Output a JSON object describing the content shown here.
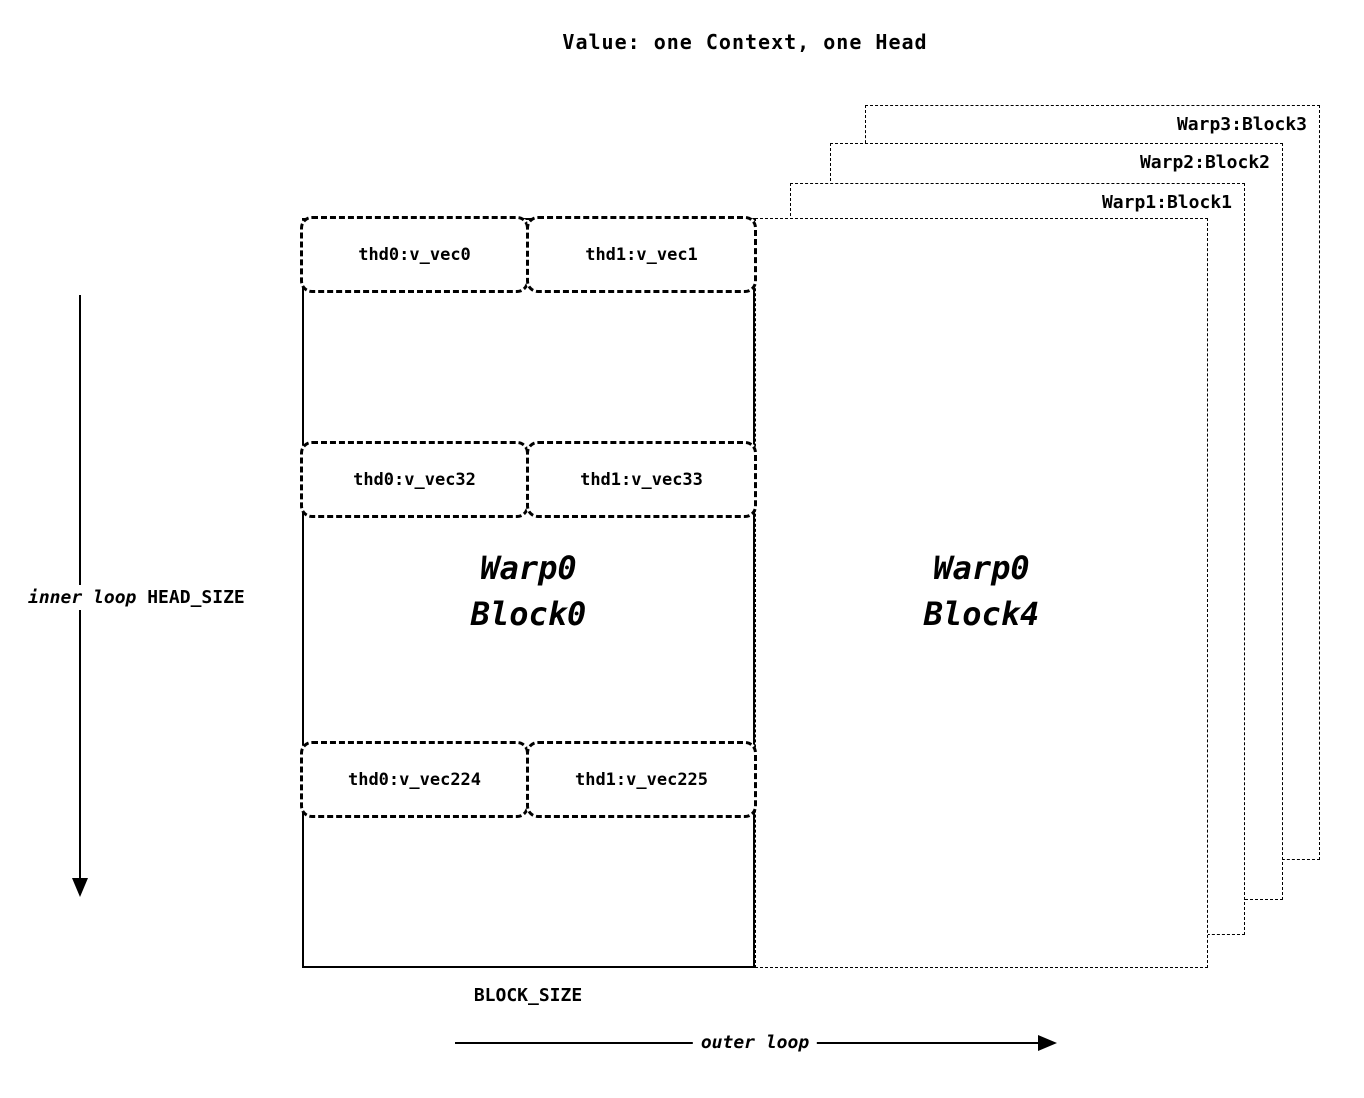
{
  "title": "Value: one Context, one Head",
  "colors": {
    "ink": "#000000",
    "background": "#ffffff"
  },
  "back_blocks": [
    {
      "label": "Warp3:Block3"
    },
    {
      "label": "Warp2:Block2"
    },
    {
      "label": "Warp1:Block1"
    }
  ],
  "block4": {
    "line1": "Warp0",
    "line2": "Block4"
  },
  "block0": {
    "line1": "Warp0",
    "line2": "Block0"
  },
  "thread_rows": [
    {
      "left": "thd0:v_vec0",
      "right": "thd1:v_vec1"
    },
    {
      "left": "thd0:v_vec32",
      "right": "thd1:v_vec33"
    },
    {
      "left": "thd0:v_vec224",
      "right": "thd1:v_vec225"
    }
  ],
  "inner_axis": {
    "loop_label": "inner loop",
    "size_label": "HEAD_SIZE"
  },
  "outer_axis": {
    "loop_label": "outer loop",
    "size_label": "BLOCK_SIZE"
  }
}
